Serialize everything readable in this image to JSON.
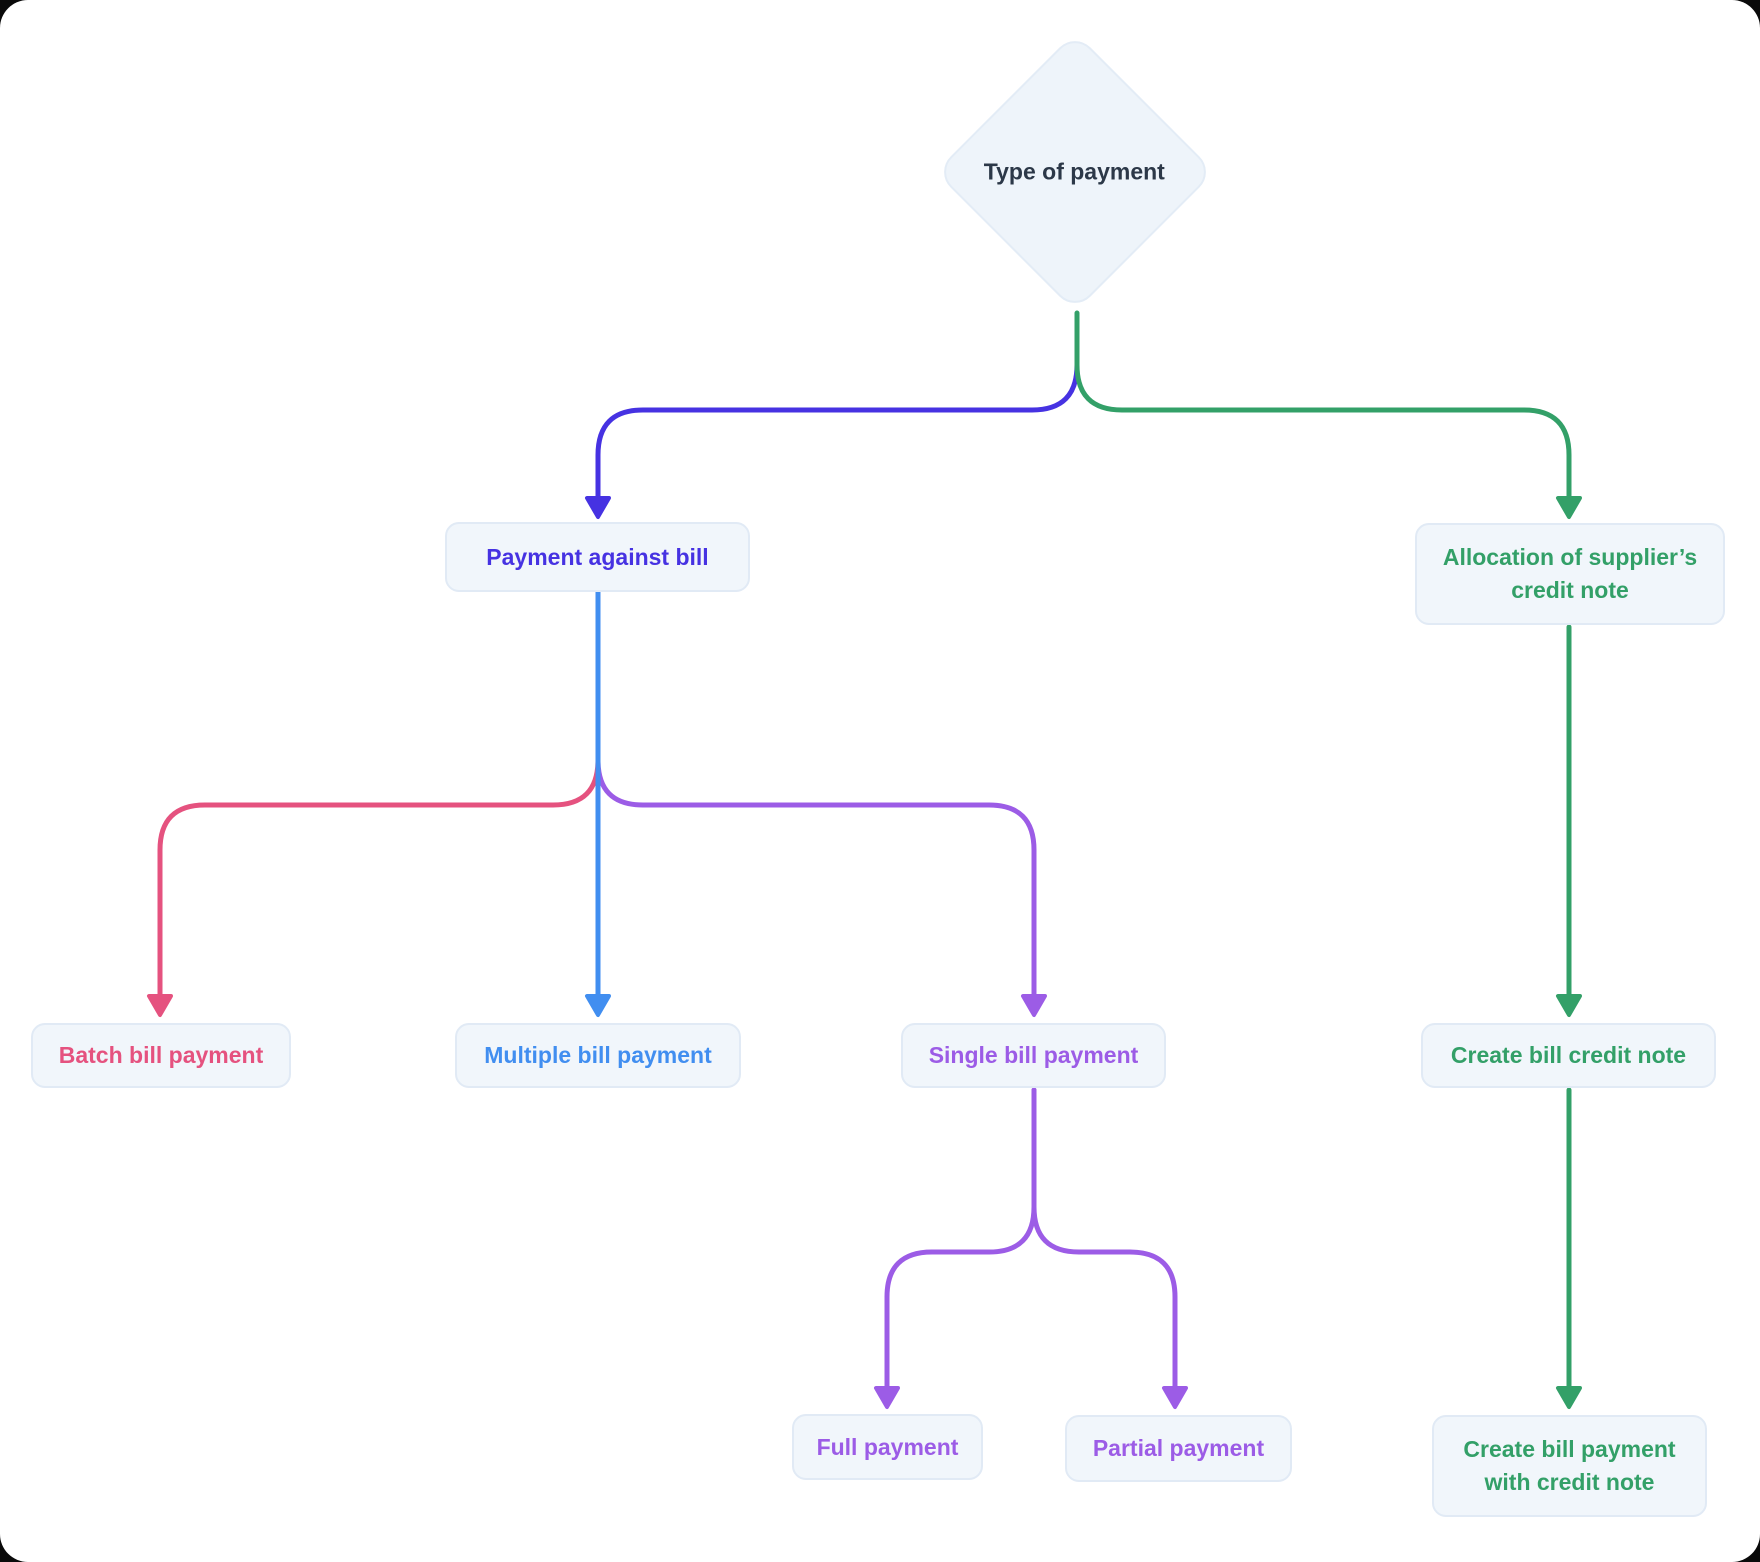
{
  "colors": {
    "page_bg": "#ffffff",
    "outer_bg": "#0a0a0a",
    "box_bg": "#f1f6fb",
    "box_border": "#e1eaf5",
    "diamond_bg": "#eef4fa",
    "diamond_border": "#e3ecf6",
    "indigo": "#4632e2",
    "green": "#33a068",
    "blue": "#418ef0",
    "pink": "#e5527f",
    "purple": "#9c5ce6",
    "dark": "#2c3848"
  },
  "diagram": {
    "nodes": {
      "root": {
        "label": "Type of payment",
        "color": "#2c3848",
        "shape": "diamond"
      },
      "payment_against_bill": {
        "label": "Payment against bill",
        "color": "#4632e2"
      },
      "allocation_credit_note": {
        "lines": [
          "Allocation of supplier’s",
          "credit note"
        ],
        "color": "#33a068"
      },
      "batch_bill_payment": {
        "label": "Batch bill payment",
        "color": "#e5527f"
      },
      "multiple_bill_payment": {
        "label": "Multiple bill payment",
        "color": "#418ef0"
      },
      "single_bill_payment": {
        "label": "Single bill payment",
        "color": "#9c5ce6"
      },
      "create_bill_credit_note": {
        "label": "Create bill credit note",
        "color": "#33a068"
      },
      "full_payment": {
        "label": "Full payment",
        "color": "#9c5ce6"
      },
      "partial_payment": {
        "label": "Partial payment",
        "color": "#9c5ce6"
      },
      "create_bill_payment_with_credit_note": {
        "lines": [
          "Create bill payment",
          "with credit note"
        ],
        "color": "#33a068"
      }
    },
    "edges": [
      {
        "from": "root",
        "to": "payment_against_bill",
        "color": "indigo"
      },
      {
        "from": "root",
        "to": "allocation_credit_note",
        "color": "green"
      },
      {
        "from": "payment_against_bill",
        "to": "batch_bill_payment",
        "color": "pink"
      },
      {
        "from": "payment_against_bill",
        "to": "multiple_bill_payment",
        "color": "blue"
      },
      {
        "from": "payment_against_bill",
        "to": "single_bill_payment",
        "color": "purple"
      },
      {
        "from": "single_bill_payment",
        "to": "full_payment",
        "color": "purple"
      },
      {
        "from": "single_bill_payment",
        "to": "partial_payment",
        "color": "purple"
      },
      {
        "from": "allocation_credit_note",
        "to": "create_bill_credit_note",
        "color": "green"
      },
      {
        "from": "create_bill_credit_note",
        "to": "create_bill_payment_with_credit_note",
        "color": "green"
      }
    ]
  }
}
